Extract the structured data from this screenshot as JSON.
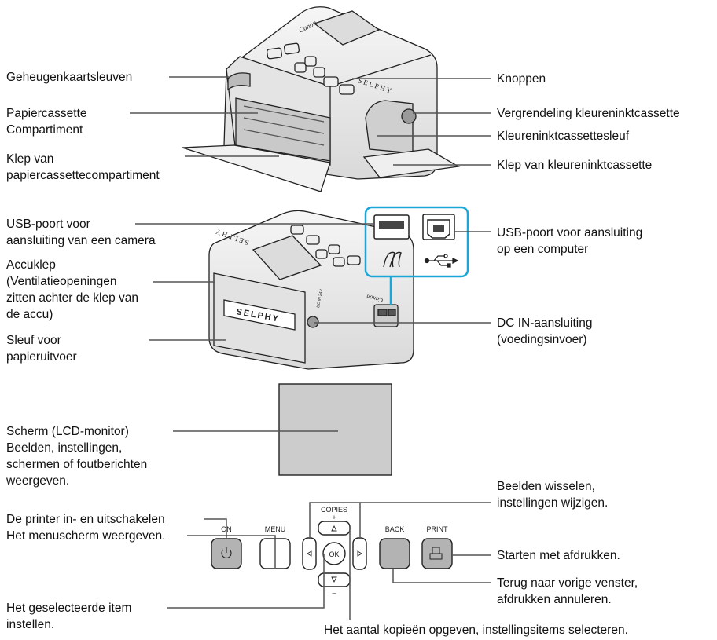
{
  "callouts": {
    "card_slots": "Geheugenkaartsleuven",
    "paper_cassette": "Papiercassette\nCompartiment",
    "cassette_cover": "Klep van\npapiercassettecompartiment",
    "buttons": "Knoppen",
    "ink_lock": "Vergrendeling kleureninktcassette",
    "ink_slot": "Kleureninktcassettesleuf",
    "ink_cover": "Klep van kleureninktcassette",
    "usb_camera": "USB-poort voor\naansluiting van een camera",
    "battery_cover": "Accuklep\n(Ventilatieopeningen\nzitten achter de klep van\nde accu)",
    "paper_output": "Sleuf voor\npapieruitvoer",
    "usb_computer": "USB-poort voor aansluiting\nop een computer",
    "dc_in": "DC IN-aansluiting\n(voedingsinvoer)",
    "screen": "Scherm (LCD-monitor)\nBeelden, instellingen,\nschermen of foutberichten\nweergeven.",
    "power": "De printer in- en uitschakelen",
    "menu": "Het menuscherm weergeven.",
    "ok": "Het geselecteerde item\ninstellen.",
    "left_right": "Beelden wisselen,\ninstellingen wijzigen.",
    "print": "Starten met afdrukken.",
    "back": "Terug naar vorige venster,\nafdrukken annuleren.",
    "up_down": "Het aantal kopieën opgeven, instellingsitems selecteren."
  },
  "device_text": {
    "brand": "Canon",
    "model": "SELPHY",
    "dc_marking": "DC IN 24V"
  },
  "control_panel": {
    "on_label": "ON",
    "menu_label": "MENU",
    "copies_label": "COPIES",
    "plus": "+",
    "minus": "–",
    "ok_label": "OK",
    "back_label": "BACK",
    "print_label": "PRINT"
  },
  "icons": [
    "power-icon",
    "print-icon",
    "usb-icon",
    "pictbridge-icon",
    "arrow-up-icon",
    "arrow-down-icon",
    "arrow-left-icon",
    "arrow-right-icon"
  ],
  "colors": {
    "highlight": "#1aa7d8",
    "leader": "#555555",
    "button_fill": "#b3b3b3"
  }
}
